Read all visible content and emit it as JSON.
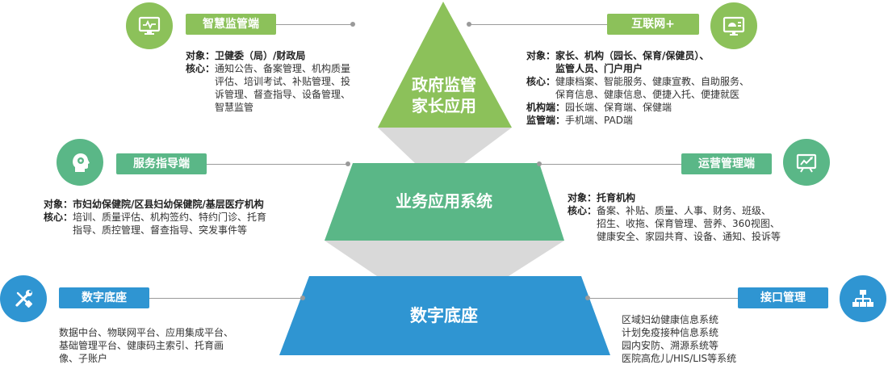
{
  "pyramid": {
    "top": {
      "line1": "政府监管",
      "line2": "家长应用",
      "color": "#8cc15a"
    },
    "middle": {
      "title": "业务应用系统",
      "color": "#5ab787"
    },
    "bottom": {
      "title": "数字底座",
      "color": "#2f95d2"
    },
    "connector_color": "#d9d9d9"
  },
  "left": {
    "top": {
      "tag": "智慧监管端",
      "icon": "monitor-icon",
      "object_key": "对象：",
      "object_value": "卫健委（局）/财政局",
      "core_key": "核心：",
      "core_lines": [
        "通知公告、备案管理、机构质量",
        "评估、培训考试、补贴管理、投",
        "诉管理、督查指导、设备管理、",
        "智慧监管"
      ]
    },
    "middle": {
      "tag": "服务指导端",
      "icon": "head-gear-icon",
      "object_key": "对象：",
      "object_value": "市妇幼保健院/区县妇幼保健院/基层医疗机构",
      "core_key": "核心：",
      "core_lines": [
        "培训、质量评估、机构签约、特约门诊、托育",
        "指导、质控管理、督查指导、突发事件等"
      ]
    },
    "bottom": {
      "tag": "数字底座",
      "icon": "tools-icon",
      "lines": [
        "数据中台、物联网平台、应用集成平台、",
        "基础管理平台、健康码主索引、托育画",
        "像、子账户"
      ]
    }
  },
  "right": {
    "top": {
      "tag": "互联网+",
      "icon": "dashboard-icon",
      "object_key": "对象：",
      "object_lines": [
        "家长、机构（园长、保育/保健员）、",
        "监管人员、门户用户"
      ],
      "core_key": "核心：",
      "core_lines": [
        "健康档案、智能服务、健康宣教、自助服务、",
        "保育信息、健康信息、便捷入托、便捷就医"
      ],
      "org_key": "机构端：",
      "org_value": "园长端、保育端、保健端",
      "sup_key": "监管端：",
      "sup_value": "手机端、PAD端"
    },
    "middle": {
      "tag": "运营管理端",
      "icon": "chart-board-icon",
      "object_key": "对象：",
      "object_value": "托育机构",
      "core_key": "核心：",
      "core_lines": [
        "备案、补贴、质量、人事、财务、班级、",
        "招生、收拖、保育管理、营养、360视图、",
        "健康安全、家园共育、设备、通知、投诉等"
      ]
    },
    "bottom": {
      "tag": "接口管理",
      "icon": "org-chart-icon",
      "lines": [
        "区域妇幼健康信息系统",
        "计划免疫接种信息系统",
        "园内安防、溯源系统等",
        "医院高危儿/HIS/LIS等系统"
      ]
    }
  }
}
